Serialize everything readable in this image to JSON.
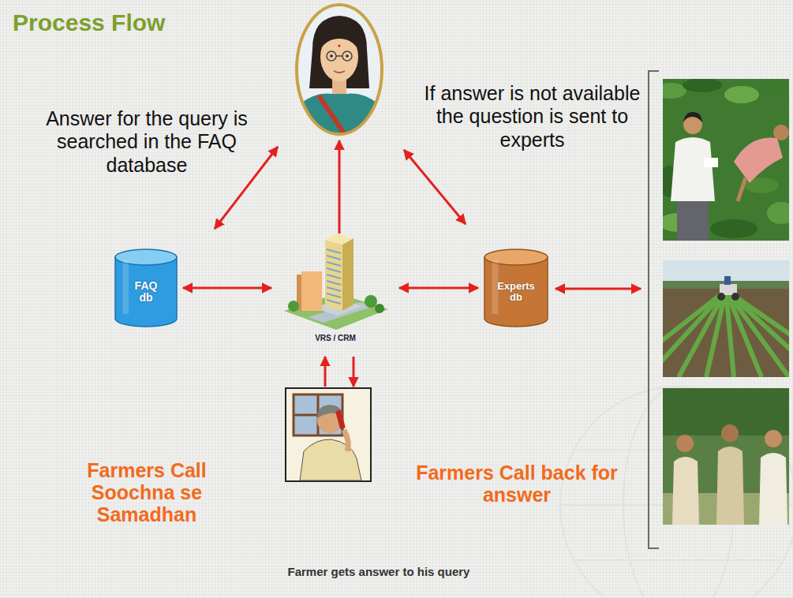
{
  "diagram": {
    "title": "Process Flow",
    "caption": "Farmer gets answer to his query",
    "nodes": [
      {
        "text": [
          "FAQ db"
        ]
      },
      {
        "text": [
          "VRS / CRM"
        ]
      },
      {
        "text": [
          "Experts db"
        ]
      }
    ],
    "edges": [
      {
        "from": 0,
        "to": 1,
        "arrow": "both"
      },
      {
        "from": 1,
        "to": 2,
        "arrow": "both"
      }
    ],
    "labels": [
      "Answer for the query is searched in the FAQ database",
      "If answer is not available the question is sent to experts",
      "Farmers Call Soochna se Samadhan",
      "Farmers Call back for answer"
    ]
  }
}
